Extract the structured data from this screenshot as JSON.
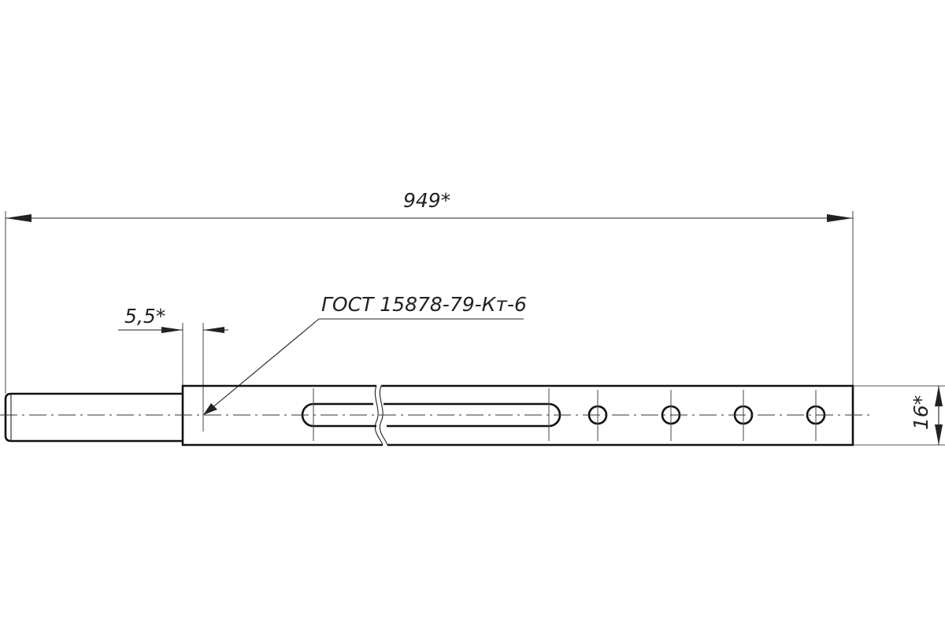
{
  "drawing": {
    "dimensions": {
      "overall_length": "949*",
      "shank_offset": "5,5*",
      "height": "16*"
    },
    "note": "ГОСТ 15878-79-Кт-6",
    "hole_count": 4,
    "slot_count": 1
  }
}
